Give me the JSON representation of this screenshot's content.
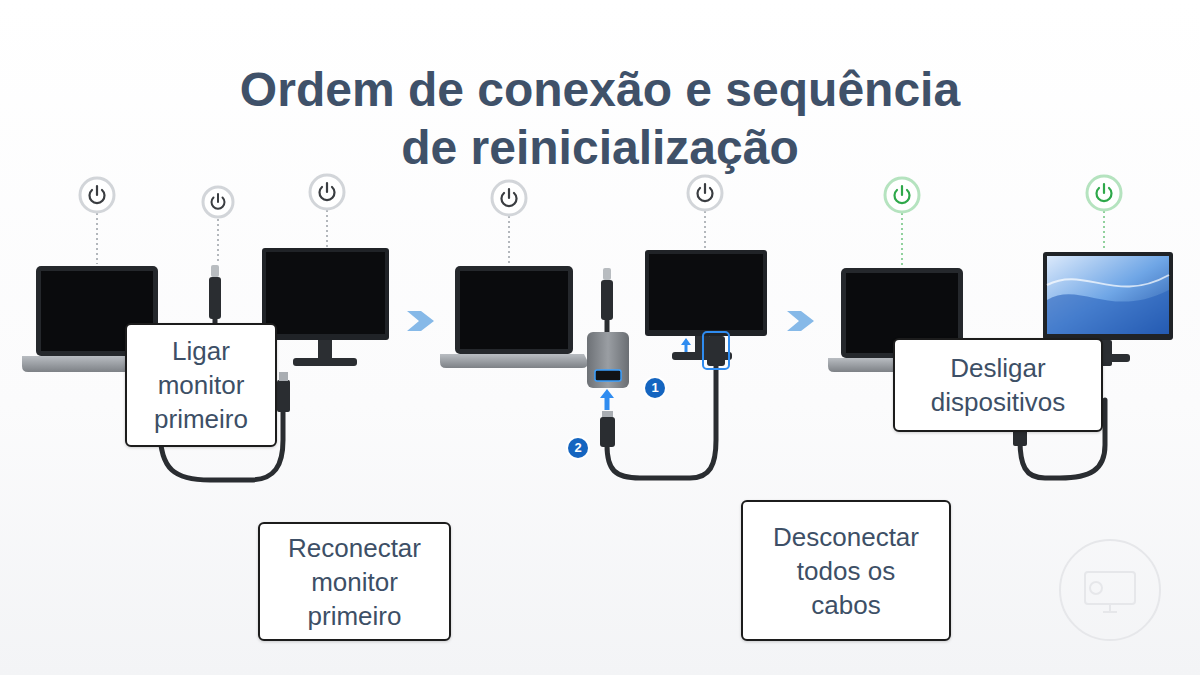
{
  "diagram": {
    "title": "Ordem de conexão e sequência de reinicialização",
    "nodes": [
      {
        "text": [
          "Ligar monitor primeiro"
        ]
      },
      {
        "text": [
          "Desligar dispositivos"
        ]
      },
      {
        "text": [
          "Reconectar monitor primeiro"
        ]
      },
      {
        "text": [
          "Desconectar todos os cabos"
        ]
      }
    ],
    "labels": [
      "1",
      "2"
    ]
  }
}
